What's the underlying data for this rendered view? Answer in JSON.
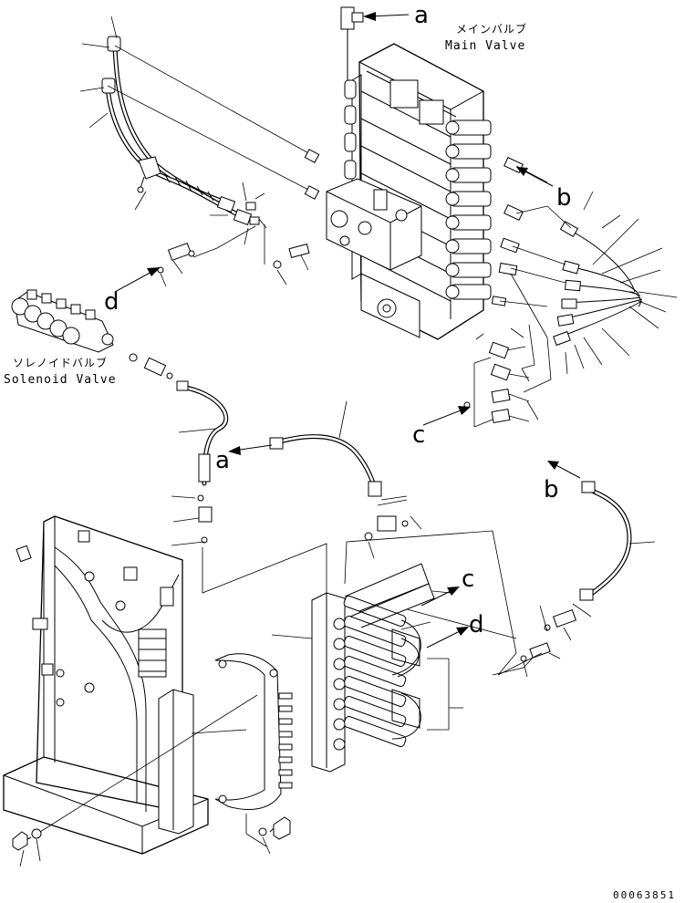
{
  "captions": {
    "main_valve_jp": "メインバルブ",
    "main_valve_en": "Main Valve",
    "solenoid_valve_jp": "ソレノイドバルブ",
    "solenoid_valve_en": "Solenoid Valve"
  },
  "connection_labels": {
    "a_top": "a",
    "a_mid": "a",
    "b_top": "b",
    "b_mid": "b",
    "c_left": "c",
    "c_right": "c",
    "d_left": "d",
    "d_right": "d"
  },
  "drawing_number": "00063851"
}
